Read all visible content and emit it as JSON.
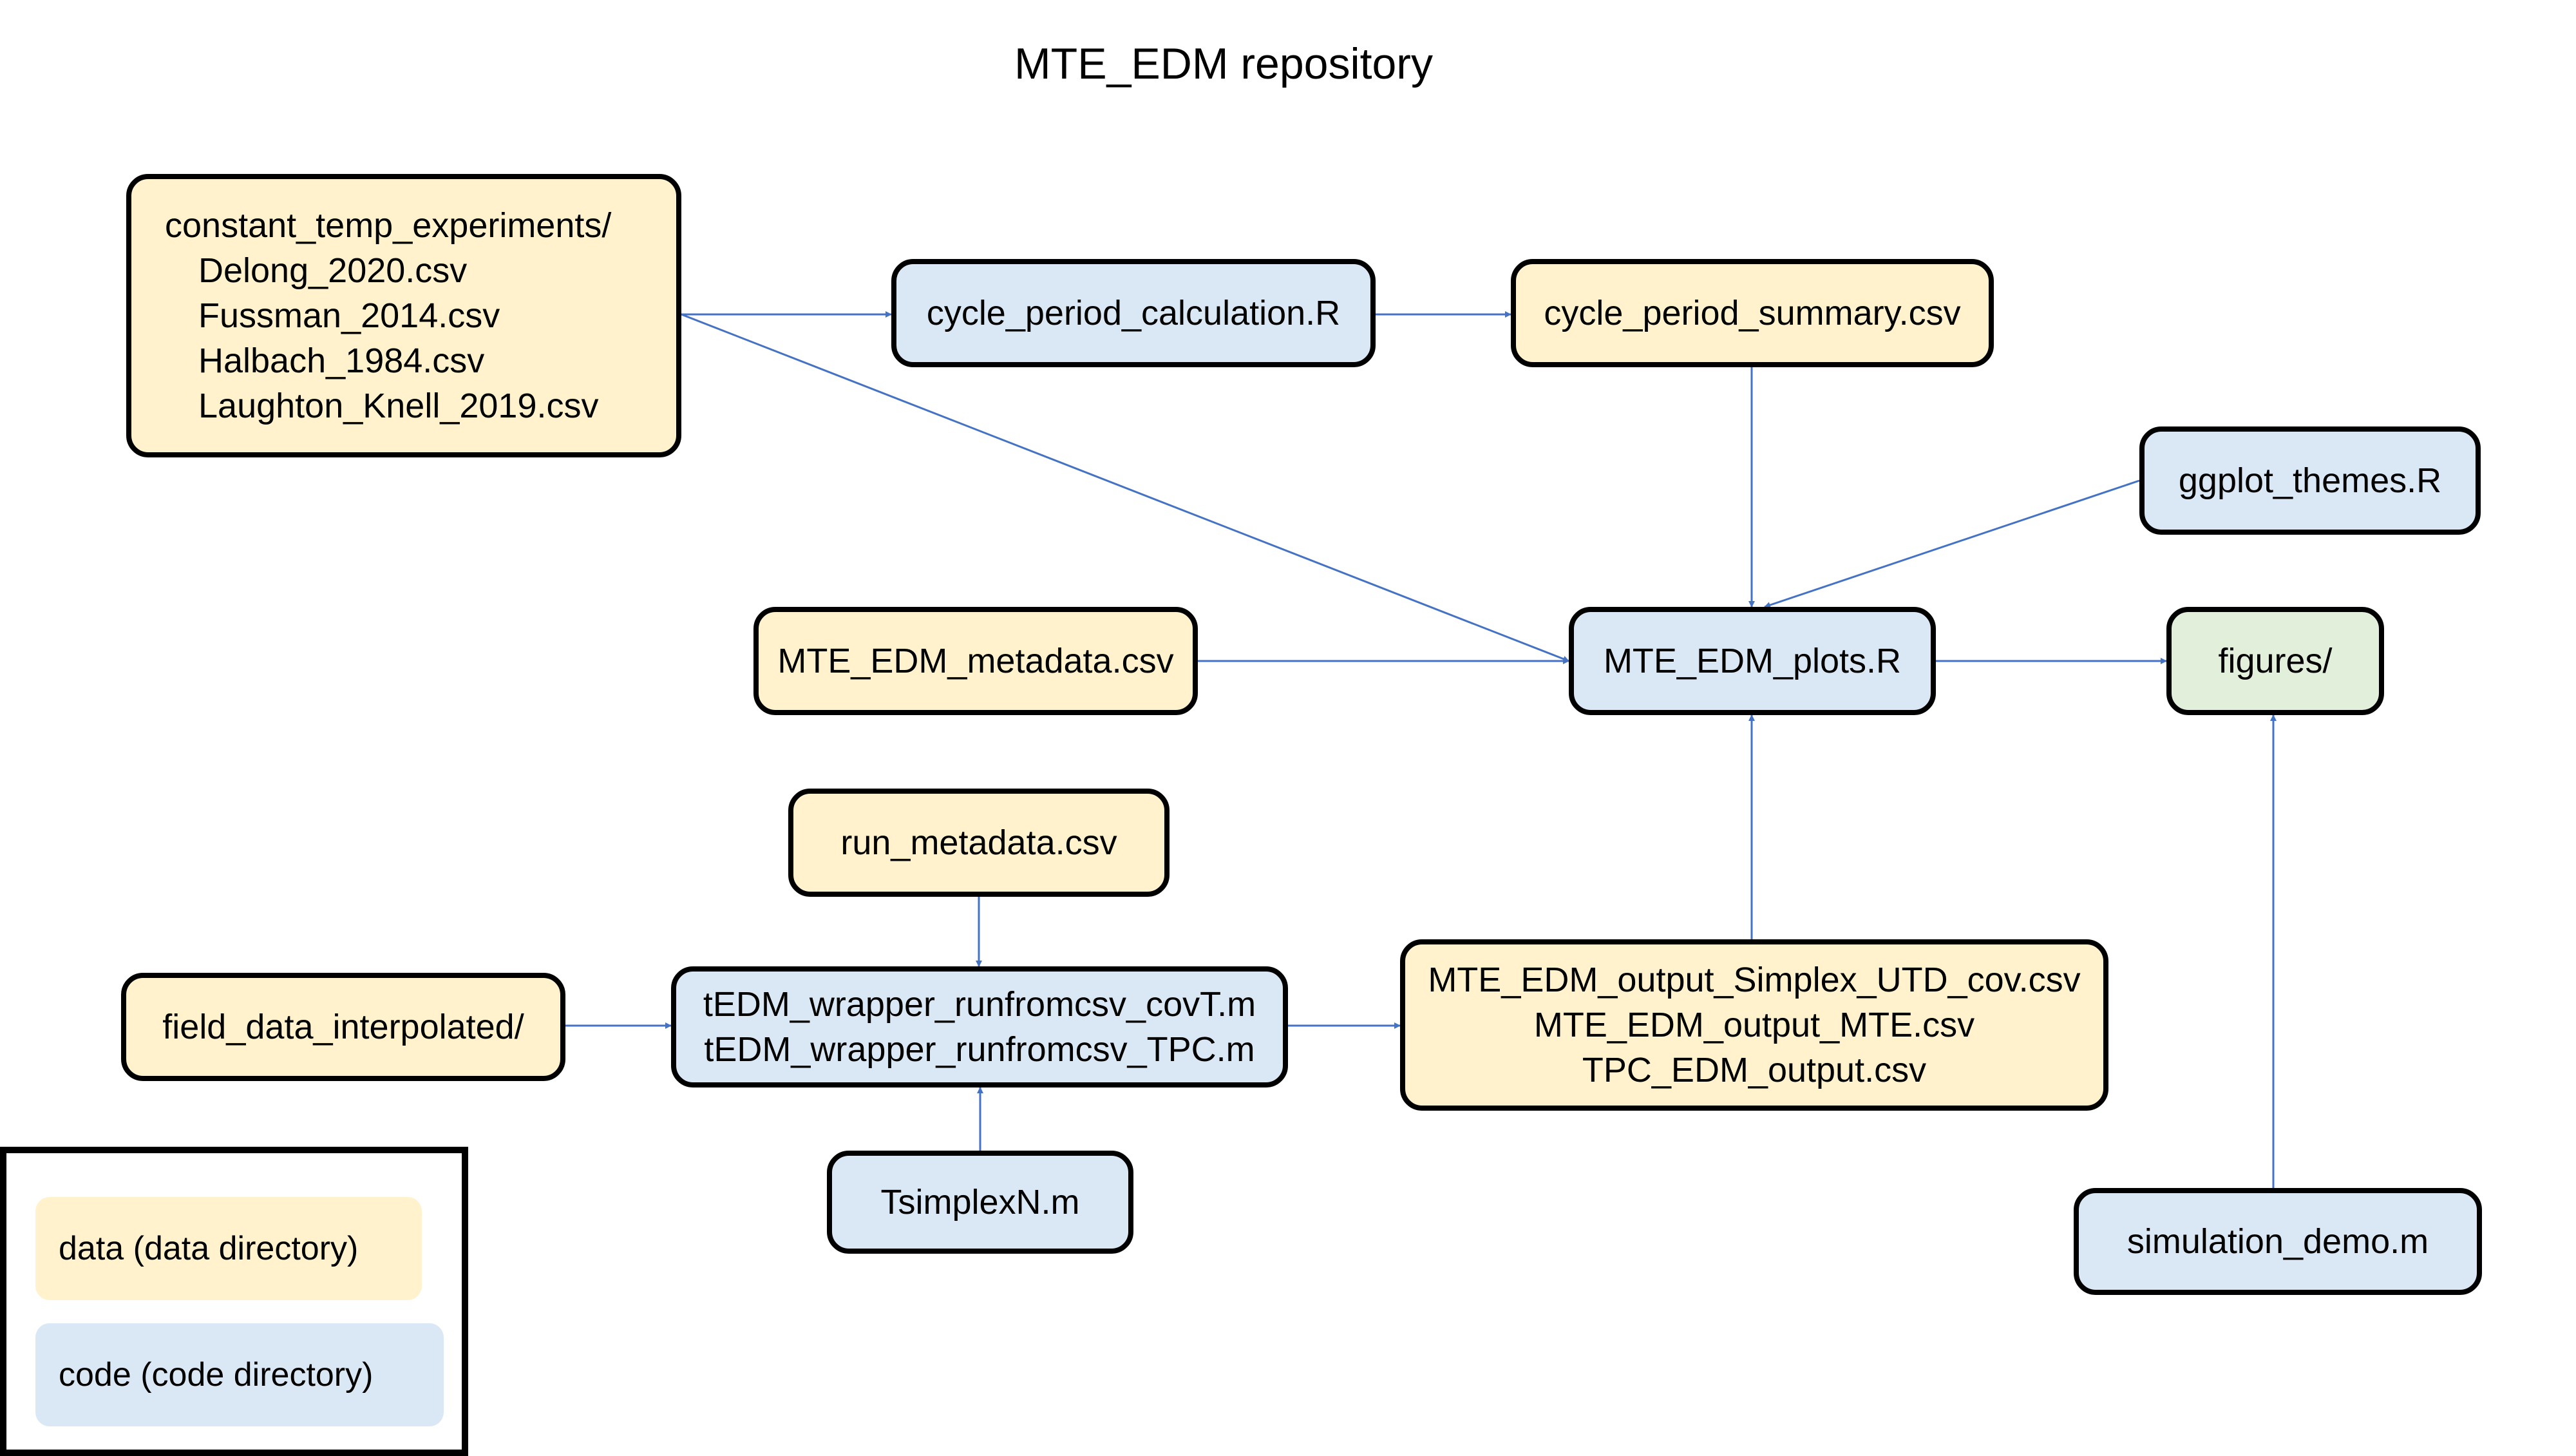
{
  "title": "MTE_EDM repository",
  "nodes": {
    "constant_temp": {
      "header": "constant_temp_experiments/",
      "files": [
        "Delong_2020.csv",
        "Fussman_2014.csv",
        "Halbach_1984.csv",
        "Laughton_Knell_2019.csv"
      ]
    },
    "cycle_calc": "cycle_period_calculation.R",
    "cycle_summary": "cycle_period_summary.csv",
    "ggplot_themes": "ggplot_themes.R",
    "metadata": "MTE_EDM_metadata.csv",
    "plots": "MTE_EDM_plots.R",
    "figures": "figures/",
    "run_metadata": "run_metadata.csv",
    "field_data": "field_data_interpolated/",
    "wrapper": [
      "tEDM_wrapper_runfromcsv_covT.m",
      "tEDM_wrapper_runfromcsv_TPC.m"
    ],
    "outputs": [
      "MTE_EDM_output_Simplex_UTD_cov.csv",
      "MTE_EDM_output_MTE.csv",
      "TPC_EDM_output.csv"
    ],
    "tsimplex": "TsimplexN.m",
    "simulation": "simulation_demo.m"
  },
  "legend": {
    "data_label": "data (data directory)",
    "code_label": "code (code directory)"
  },
  "colors": {
    "data": "#fff2cc",
    "code": "#dae8f6",
    "output": "#e2efda",
    "arrow": "#4472c4",
    "border": "#000000"
  },
  "edges": [
    {
      "from": "constant_temp",
      "to": "cycle_calc"
    },
    {
      "from": "cycle_calc",
      "to": "cycle_summary"
    },
    {
      "from": "constant_temp",
      "to": "plots"
    },
    {
      "from": "cycle_summary",
      "to": "plots"
    },
    {
      "from": "ggplot_themes",
      "to": "plots"
    },
    {
      "from": "metadata",
      "to": "plots"
    },
    {
      "from": "plots",
      "to": "figures"
    },
    {
      "from": "run_metadata",
      "to": "wrapper"
    },
    {
      "from": "field_data",
      "to": "wrapper"
    },
    {
      "from": "tsimplex",
      "to": "wrapper"
    },
    {
      "from": "wrapper",
      "to": "outputs"
    },
    {
      "from": "outputs",
      "to": "plots"
    },
    {
      "from": "simulation",
      "to": "figures"
    }
  ]
}
